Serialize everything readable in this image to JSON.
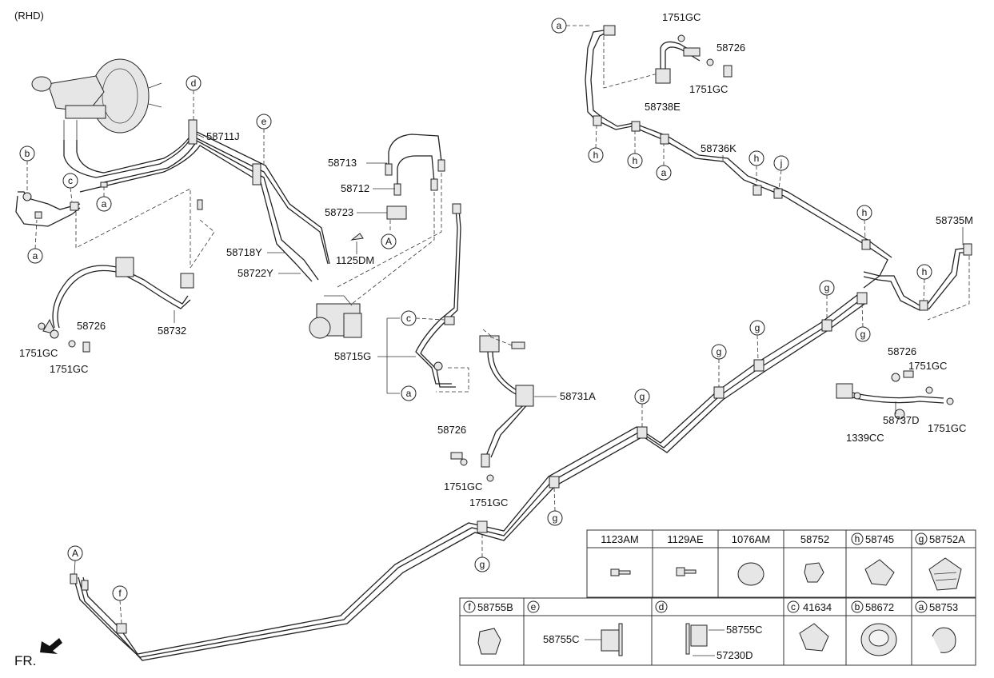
{
  "title": "(RHD)",
  "fr_label": "FR.",
  "part_labels": {
    "p58711J": "58711J",
    "p58713": "58713",
    "p58712": "58712",
    "p58723": "58723",
    "p1125DM": "1125DM",
    "p58718Y": "58718Y",
    "p58722Y": "58722Y",
    "p58715G": "58715G",
    "p58732": "58732",
    "p58726_left": "58726",
    "p1751GC_left1": "1751GC",
    "p1751GC_left2": "1751GC",
    "p1751GC_top1": "1751GC",
    "p58726_top": "58726",
    "p1751GC_top2": "1751GC",
    "p58738E": "58738E",
    "p58736K": "58736K",
    "p58735M": "58735M",
    "p58726_right": "58726",
    "p1751GC_right1": "1751GC",
    "p58737D": "58737D",
    "p1339CC": "1339CC",
    "p1751GC_right2": "1751GC",
    "p58731A": "58731A",
    "p58726_mid": "58726",
    "p1751GC_mid1": "1751GC",
    "p1751GC_mid2": "1751GC"
  },
  "callouts": {
    "a": "a",
    "b": "b",
    "c": "c",
    "d": "d",
    "e": "e",
    "f": "f",
    "g": "g",
    "h": "h",
    "j": "j",
    "A": "A"
  },
  "legend": {
    "row1": [
      {
        "letter": "",
        "part": "1123AM",
        "icon": "bolt-icon"
      },
      {
        "letter": "",
        "part": "1129AE",
        "icon": "bolt-icon"
      },
      {
        "letter": "",
        "part": "1076AM",
        "icon": "plug-cap-icon"
      },
      {
        "letter": "",
        "part": "58752",
        "icon": "clip-icon"
      },
      {
        "letter": "h",
        "part": "58745",
        "icon": "tube-clip-icon"
      },
      {
        "letter": "g",
        "part": "58752A",
        "icon": "multi-clip-icon"
      }
    ],
    "row2": [
      {
        "letter": "f",
        "part": "58755B",
        "icon": "clamp-icon"
      },
      {
        "letter": "e",
        "part": "",
        "icon": "bracket-clip-icon",
        "sub": [
          "58755C"
        ]
      },
      {
        "letter": "d",
        "part": "",
        "icon": "bracket-clip-icon",
        "sub": [
          "58755C",
          "57230D"
        ]
      },
      {
        "letter": "c",
        "part": "41634",
        "icon": "tube-clip-icon"
      },
      {
        "letter": "b",
        "part": "58672",
        "icon": "grommet-icon"
      },
      {
        "letter": "a",
        "part": "58753",
        "icon": "clip-ring-icon"
      }
    ]
  }
}
